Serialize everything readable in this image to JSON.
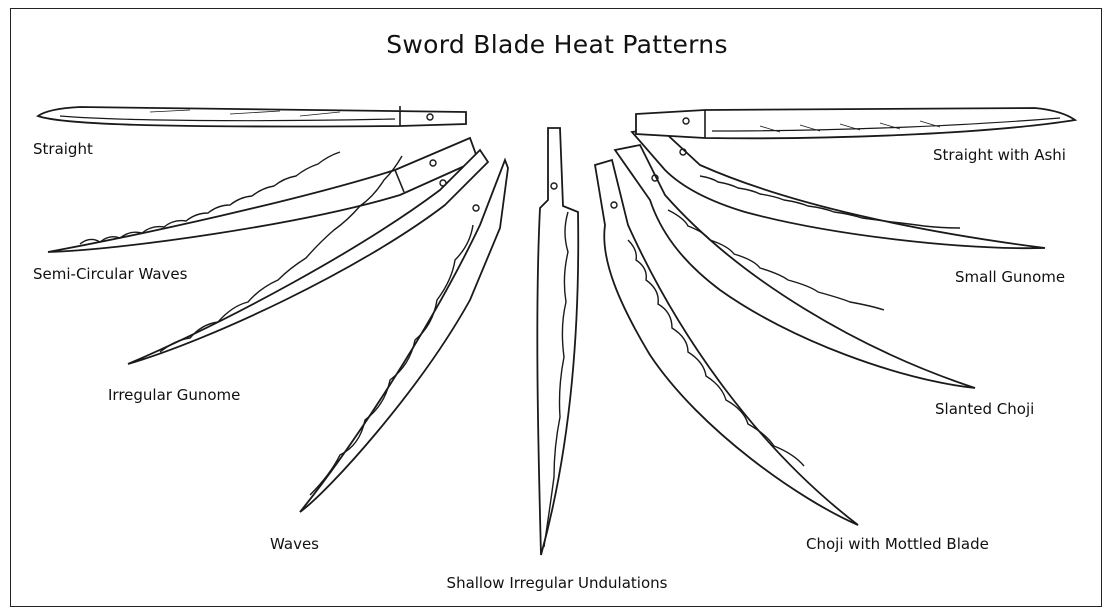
{
  "title": "Sword Blade Heat Patterns",
  "labels": {
    "straight": "Straight",
    "semi_circular_waves": "Semi-Circular Waves",
    "irregular_gunome": "Irregular Gunome",
    "waves": "Waves",
    "shallow_irregular_undulations": "Shallow Irregular Undulations",
    "choji_with_mottled_blade": "Choji with Mottled Blade",
    "slanted_choji": "Slanted Choji",
    "small_gunome": "Small Gunome",
    "straight_with_ashi": "Straight with Ashi"
  },
  "colors": {
    "ink": "#1a1a1a",
    "background": "#ffffff"
  }
}
